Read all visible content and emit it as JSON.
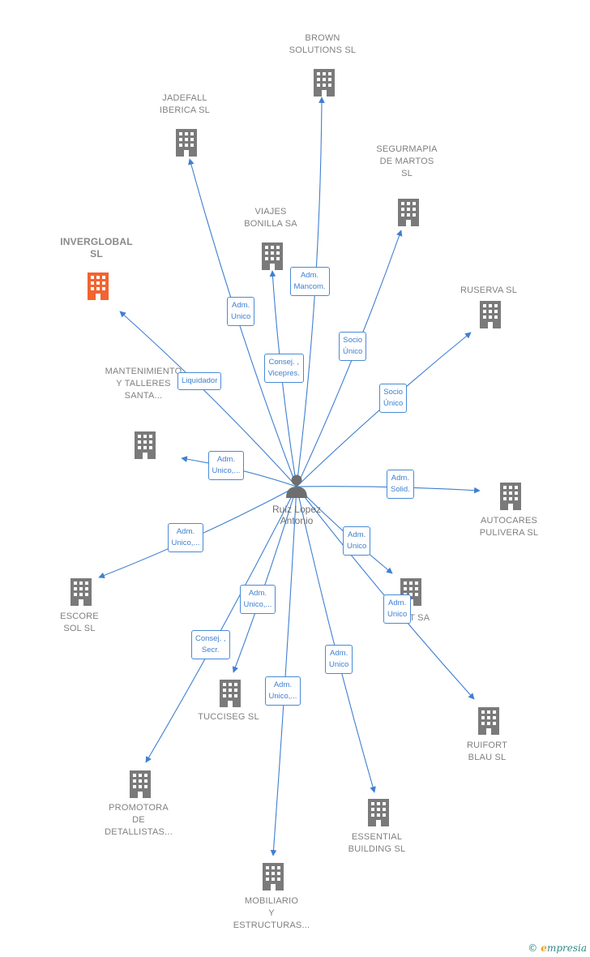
{
  "person": {
    "name": "Ruiz Lopez\nAntonio",
    "icon": "person-icon"
  },
  "companies": [
    {
      "id": "brown",
      "name": "BROWN\nSOLUTIONS SL",
      "highlight": false
    },
    {
      "id": "jadefall",
      "name": "JADEFALL\nIBERICA SL",
      "highlight": false
    },
    {
      "id": "segurmapia",
      "name": "SEGURMAPIA\nDE MARTOS\nSL",
      "highlight": false
    },
    {
      "id": "viajes",
      "name": "VIAJES\nBONILLA SA",
      "highlight": false
    },
    {
      "id": "inverglobal",
      "name": "INVERGLOBAL\nSL",
      "highlight": true
    },
    {
      "id": "ruserva",
      "name": "RUSERVA SL",
      "highlight": false
    },
    {
      "id": "mantenimiento",
      "name": "MANTENIMIENTO\nY TALLERES\nSANTA...",
      "highlight": false
    },
    {
      "id": "autocares",
      "name": "AUTOCARES\nPULIVERA SL",
      "highlight": false
    },
    {
      "id": "escore",
      "name": "ESCORE\nSOL  SL",
      "highlight": false
    },
    {
      "id": "autsa",
      "name": "A...UT SA",
      "highlight": false
    },
    {
      "id": "tucciseg",
      "name": "TUCCISEG  SL",
      "highlight": false
    },
    {
      "id": "ruifort",
      "name": "RUIFORT\nBLAU SL",
      "highlight": false
    },
    {
      "id": "promotora",
      "name": "PROMOTORA\nDE\nDETALLISTAS...",
      "highlight": false
    },
    {
      "id": "essential",
      "name": "ESSENTIAL\nBUILDING SL",
      "highlight": false
    },
    {
      "id": "mobiliario",
      "name": "MOBILIARIO\nY\nESTRUCTURAS...",
      "highlight": false
    }
  ],
  "relations": [
    {
      "to": "brown",
      "label": "Adm.\nMancom."
    },
    {
      "to": "jadefall",
      "label": "Adm.\nUnico"
    },
    {
      "to": "segurmapia",
      "label": "Socio\nÚnico"
    },
    {
      "to": "viajes",
      "label": "Consej. ,\nVicepres."
    },
    {
      "to": "inverglobal",
      "label": "Liquidador"
    },
    {
      "to": "ruserva",
      "label": "Socio\nÚnico"
    },
    {
      "to": "mantenimiento",
      "label": "Adm.\nUnico,..."
    },
    {
      "to": "autocares",
      "label": "Adm.\nSolid."
    },
    {
      "to": "escore",
      "label": "Adm.\nUnico,..."
    },
    {
      "to": "autsa",
      "label": "Adm.\nUnico"
    },
    {
      "to": "tucciseg",
      "label": "Adm.\nUnico,..."
    },
    {
      "to": "ruifort",
      "label": "Adm.\nUnico"
    },
    {
      "to": "promotora",
      "label": "Consej. ,\nSecr."
    },
    {
      "to": "essential",
      "label": "Adm.\nUnico"
    },
    {
      "to": "mobiliario",
      "label": "Adm.\nUnico,..."
    }
  ],
  "colors": {
    "edge": "#3f7fd1",
    "building": "#7a7a7a",
    "highlight": "#f26430",
    "person": "#6e6e6e"
  },
  "footer": {
    "copyright": "©",
    "brand_initial": "e",
    "brand_rest": "mpresia"
  }
}
